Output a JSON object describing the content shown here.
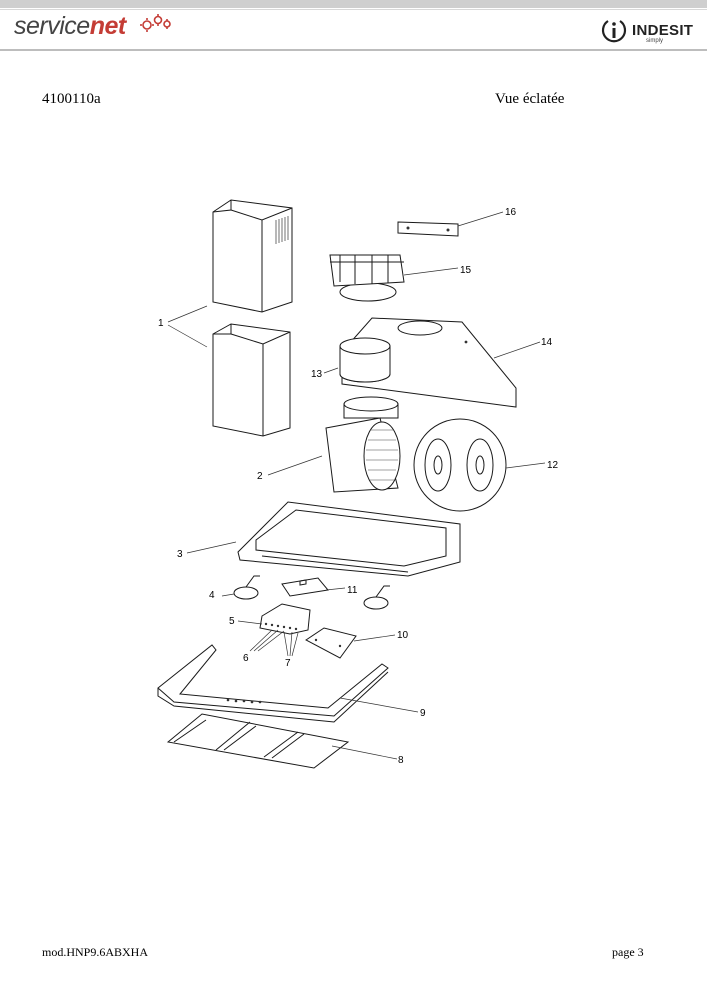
{
  "header": {
    "brand_left_part1": "service",
    "brand_left_part2": "net",
    "brand_right": "INDESIT",
    "brand_right_sub": "simply"
  },
  "document": {
    "code": "4100110a",
    "view_title": "Vue éclatée"
  },
  "callouts": [
    "1",
    "2",
    "3",
    "4",
    "5",
    "6",
    "7",
    "8",
    "9",
    "10",
    "11",
    "12",
    "13",
    "14",
    "15",
    "16"
  ],
  "footer": {
    "model": "mod.HNP9.6ABXHA",
    "page": "page 3"
  },
  "colors": {
    "brand_red": "#c43c35",
    "brand_gray": "#444444"
  }
}
